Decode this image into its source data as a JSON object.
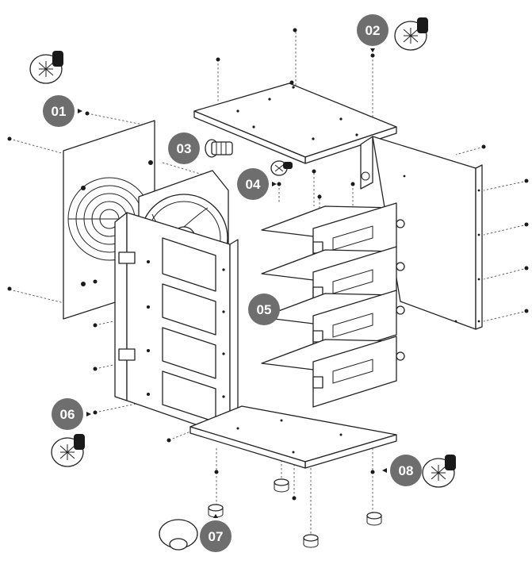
{
  "diagram": {
    "callouts": [
      {
        "id": "01",
        "label": "01"
      },
      {
        "id": "02",
        "label": "02"
      },
      {
        "id": "03",
        "label": "03"
      },
      {
        "id": "04",
        "label": "04"
      },
      {
        "id": "05",
        "label": "05"
      },
      {
        "id": "06",
        "label": "06"
      },
      {
        "id": "07",
        "label": "07"
      },
      {
        "id": "08",
        "label": "08"
      }
    ],
    "colors": {
      "badge": "#6e6e6e",
      "line": "#222222",
      "background": "#ffffff"
    }
  }
}
